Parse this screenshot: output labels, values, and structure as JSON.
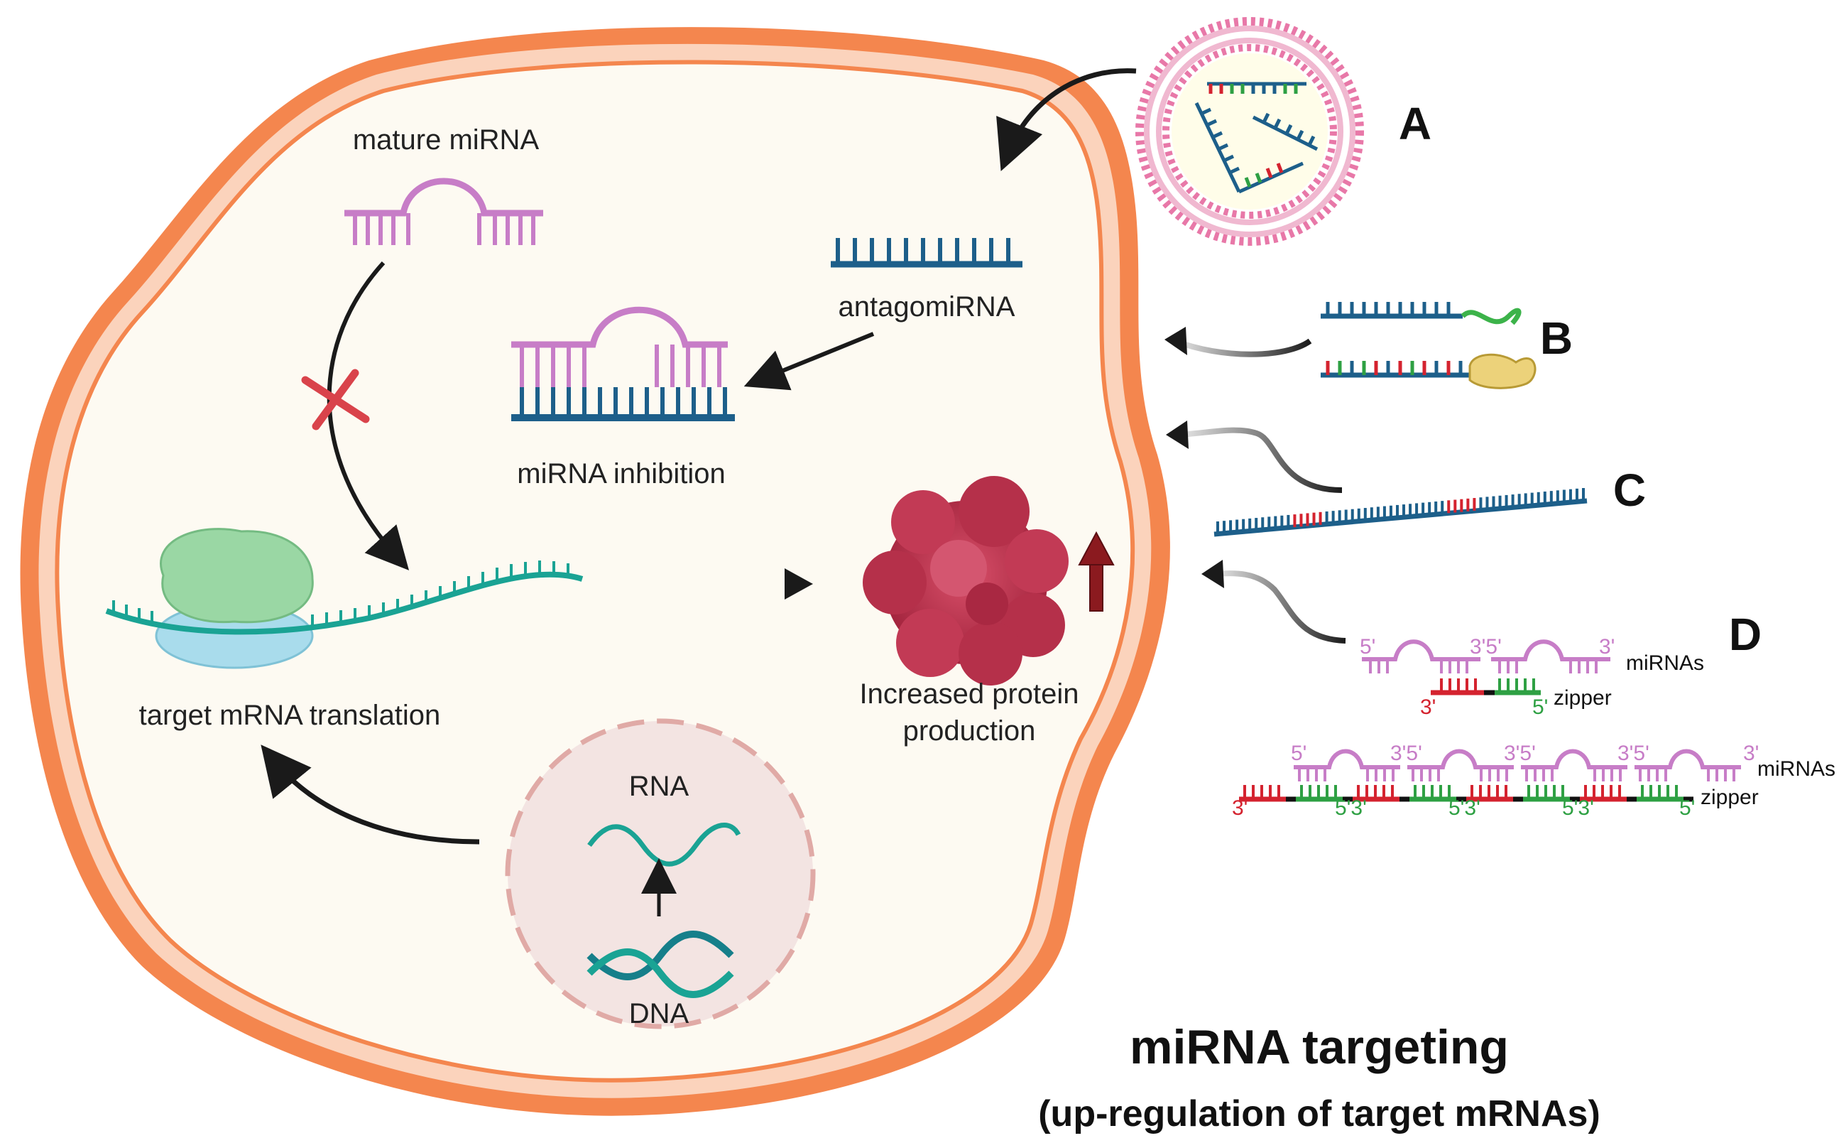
{
  "labels": {
    "mature_mirna": "mature miRNA",
    "antagomirna": "antagomiRNA",
    "mirna_inhibition": "miRNA inhibition",
    "target_translation": "target mRNA translation",
    "increased_protein_1": "Increased protein",
    "increased_protein_2": "production",
    "rna": "RNA",
    "dna": "DNA"
  },
  "panels": {
    "a": "A",
    "b": "B",
    "c": "C",
    "d": "D"
  },
  "panel_d": {
    "mirnas_label": "miRNAs",
    "zipper_label": "zipper",
    "five_prime": "5'",
    "three_prime": "3'",
    "junction_35": "3'5'",
    "junction_53": "5'3'"
  },
  "title": {
    "main": "miRNA targeting",
    "sub": "(up-regulation of target mRNAs)"
  },
  "colors": {
    "membrane_outer": "#f4864e",
    "membrane_inner": "#fbd3bc",
    "cytoplasm": "#fdfaf2",
    "mirna": "#c77dc7",
    "antagomir": "#1d5f8a",
    "mrna": "#1aa394",
    "protein": "#b8304a",
    "nucleus": "#f3e4e2",
    "red_strand": "#d4232f",
    "green_strand": "#2ea043",
    "cross": "#d9434b"
  }
}
